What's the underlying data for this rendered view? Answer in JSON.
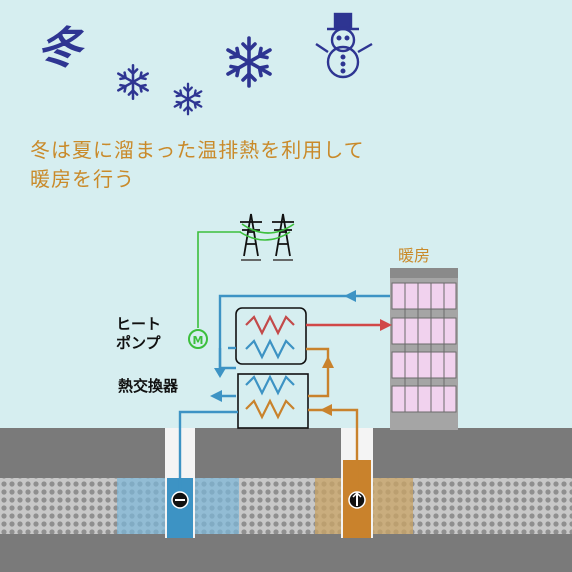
{
  "season_label": "冬",
  "caption": {
    "line1": "冬は夏に溜まった温排熱を利用して",
    "line2": "暖房を行う"
  },
  "labels": {
    "heating": "暖房",
    "heat_pump_line1": "ヒート",
    "heat_pump_line2": "ポンプ",
    "motor": "M",
    "heat_exchanger": "熱交換器"
  },
  "colors": {
    "background": "#d6eef0",
    "accent_text": "#c98a2a",
    "season_text": "#2e3592",
    "cold_pipe": "#3d93c4",
    "hot_pipe": "#c9822c",
    "warm_pipe": "#d14848",
    "power_line": "#3cbf3c",
    "ground": "#777777",
    "well_cold": "#3d93c4",
    "well_hot": "#c9822c"
  },
  "icons": [
    "snowflake-icon",
    "snowman-icon",
    "power-tower-icon",
    "minus-icon",
    "plus-icon"
  ]
}
